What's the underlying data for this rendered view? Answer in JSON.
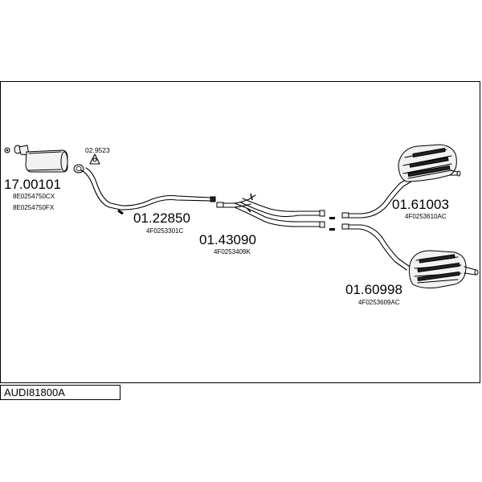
{
  "diagram": {
    "code": "AUDI81800A",
    "parts": [
      {
        "number": "17.00101",
        "refs": [
          "8E0254750CX",
          "8E0254750FX"
        ]
      },
      {
        "number": "02.9523"
      },
      {
        "number": "01.22850",
        "refs": [
          "4F0253301C"
        ]
      },
      {
        "number": "01.43090",
        "refs": [
          "4F0253409K"
        ]
      },
      {
        "number": "01.61003",
        "refs": [
          "4F0253610AC"
        ]
      },
      {
        "number": "01.60998",
        "refs": [
          "4F0253609AC"
        ]
      }
    ]
  }
}
